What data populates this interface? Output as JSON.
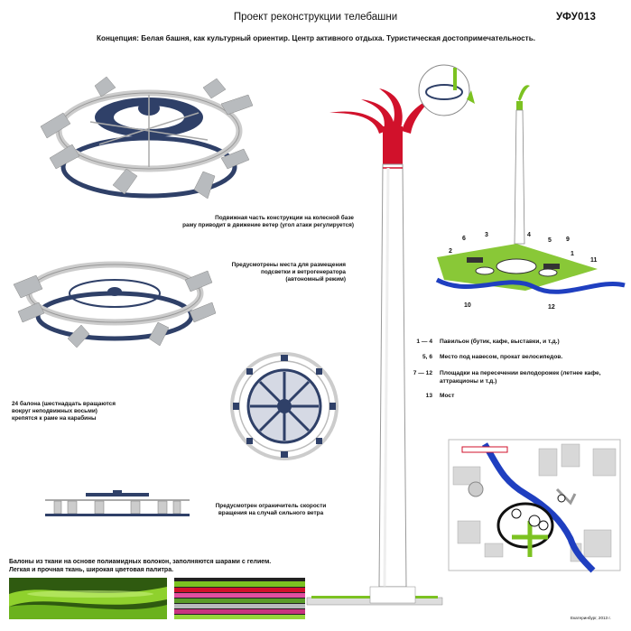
{
  "header": {
    "title": "Проект реконструкции телебашни",
    "code": "УФУ013",
    "concept": "Концепция: Белая башня, как культурный ориентир. Центр активного отдыха. Туристическая достопримечательность."
  },
  "captions": {
    "mechanism": [
      "Подвижная часть конструкции на колесной базе",
      "раму приводит в движение ветер (угол атаки регулируется)"
    ],
    "lighting": [
      "Предусмотрены места для размещения",
      "подсветки и ветрогенератора",
      "(автономный режим)"
    ],
    "balloons": [
      "24 балона (шестнадцать вращаются",
      "вокруг неподвижных восьми)",
      "крепятся к раме на карабины"
    ],
    "speed_limiter": [
      "Предусмотрен ограничитель скорости",
      "вращения на случай сильного ветра"
    ],
    "fabric": [
      "Балоны из ткани на основе полиамидных волокон, заполняются шарами с гелием.",
      "Легкая и прочная ткань, широкая цветовая палитра."
    ]
  },
  "legend": [
    {
      "num": "1 — 4",
      "text": "Павильон (бутик, кафе, выставки, и т.д.)"
    },
    {
      "num": "5, 6",
      "text": "Место под навесом, прокат велосипедов."
    },
    {
      "num": "7 — 12",
      "text": "Площадки на пересечении велодорожек (летнее кафе, аттракционы и т.д.)"
    },
    {
      "num": "13",
      "text": "Мост"
    }
  ],
  "site_plan_numbers": [
    "1",
    "2",
    "3",
    "4",
    "5",
    "6",
    "9",
    "10",
    "11",
    "12"
  ],
  "credit": "Екатеринбург, 2013 г.",
  "colors": {
    "flame_red": "#d1112b",
    "green": "#7cc221",
    "river_blue": "#1f3fc0",
    "frame_navy": "#2f4068",
    "gray_blade": "#b8bbbe"
  }
}
